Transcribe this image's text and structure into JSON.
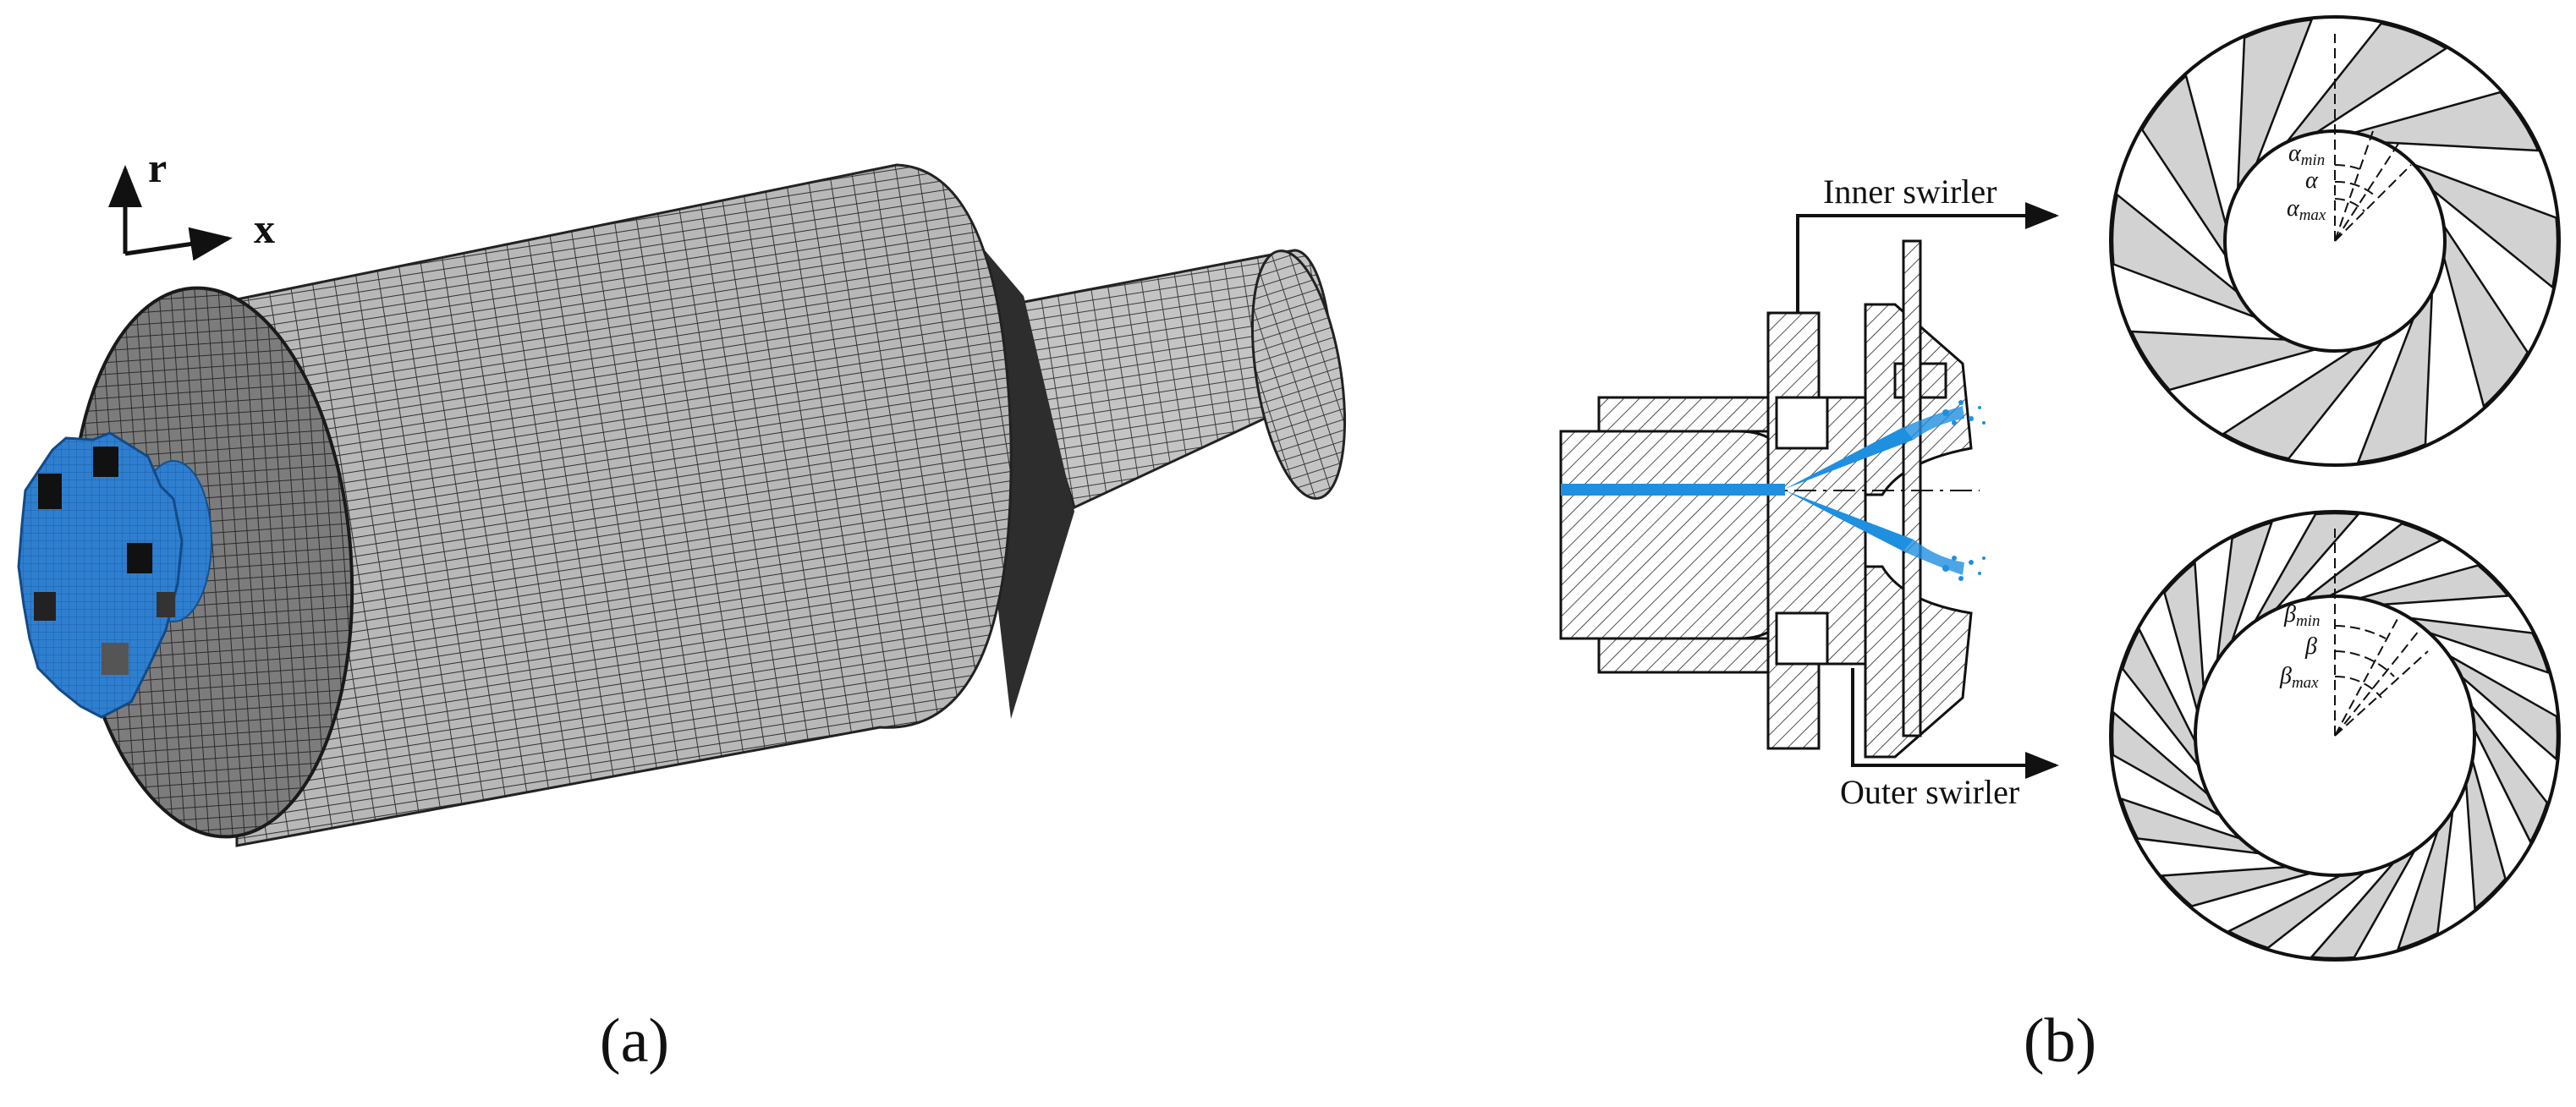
{
  "panel_a": {
    "caption": "(a)",
    "axis_r": "r",
    "axis_x": "x"
  },
  "panel_b": {
    "caption": "(b)",
    "inner_label": "Inner swirler",
    "outer_label": "Outer swirler",
    "inner_angles": {
      "sym": "α",
      "min_sub": "min",
      "max_sub": "max"
    },
    "outer_angles": {
      "sym": "β",
      "min_sub": "min",
      "max_sub": "max"
    }
  },
  "colors": {
    "mesh_blue": "#2f7fd0",
    "mesh_dark": "#3a3a3a",
    "vane_fill": "#d2d2d2",
    "spray_blue": "#1f8fe0"
  }
}
